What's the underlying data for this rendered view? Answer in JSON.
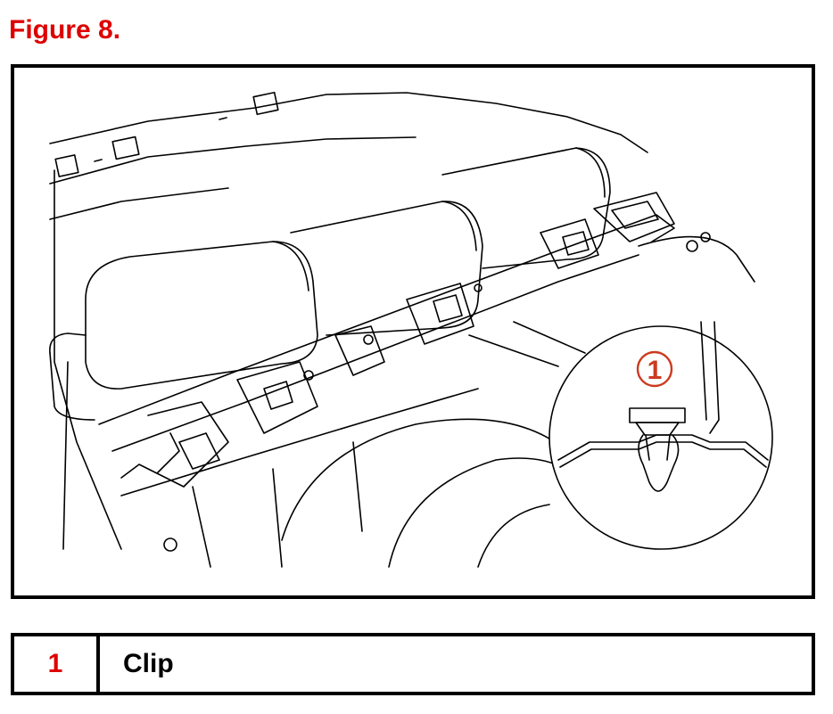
{
  "figure": {
    "title": "Figure 8."
  },
  "colors": {
    "accent": "#dd0000",
    "callout": "#cc3a20",
    "line": "#000000",
    "background": "#ffffff"
  },
  "illustration": {
    "callout_number": "1"
  },
  "legend": {
    "rows": [
      {
        "number": "1",
        "label": "Clip"
      }
    ]
  }
}
